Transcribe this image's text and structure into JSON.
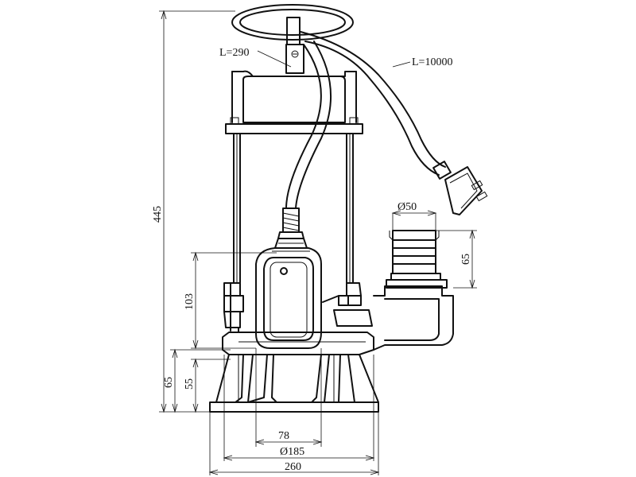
{
  "diagram": {
    "colors": {
      "stroke": "#111111",
      "background": "#ffffff"
    },
    "labels": {
      "float_cable": "L=290",
      "power_cable": "L=10000",
      "total_height": "445",
      "outlet_diameter": "Ø50",
      "outlet_height": "65",
      "float_height": "103",
      "base_height_total": "65",
      "base_height_inner": "55",
      "float_width": "78",
      "body_diameter": "Ø185",
      "overall_width": "260"
    }
  }
}
